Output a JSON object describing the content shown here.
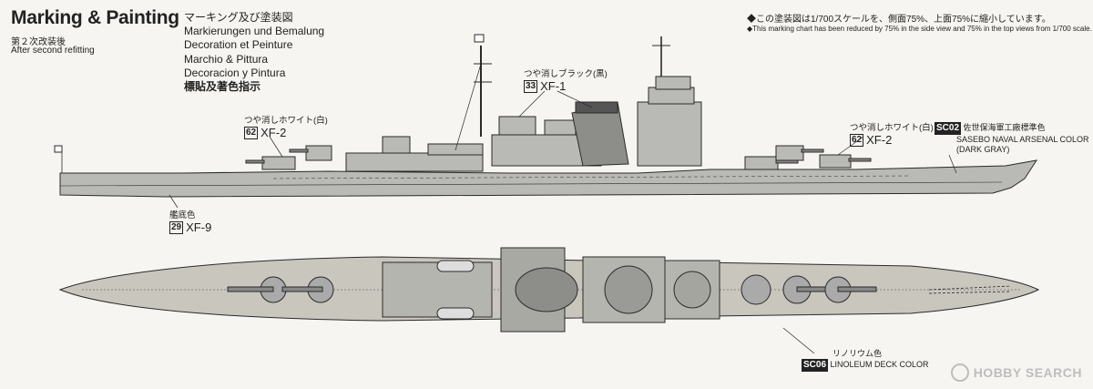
{
  "header": {
    "title": "Marking & Painting",
    "subtitle_jp": "第２次改装後",
    "subtitle_en": "After second refitting",
    "languages": [
      "マーキング及び塗装図",
      "Markierungen und Bemalung",
      "Decoration et Peinture",
      "Marchio & Pittura",
      "Decoracion y Pintura",
      "標貼及著色指示"
    ]
  },
  "notes": {
    "jp": "◆この塗装図は1/700スケールを、側面75%、上面75%に縮小しています。",
    "en": "◆This marking chart has been reduced by 75% in the side view and 75% in the top views from 1/700 scale."
  },
  "callouts": {
    "matt_black": {
      "label": "つや消しブラック(黒)",
      "num": "33",
      "code": "XF-1"
    },
    "matt_white_left": {
      "label": "つや消しホワイト(白)",
      "num": "62",
      "code": "XF-2"
    },
    "matt_white_right": {
      "label": "つや消しホワイト(白)",
      "num": "62",
      "code": "XF-2"
    },
    "hull_red": {
      "label": "艦底色",
      "num": "29",
      "code": "XF-9"
    },
    "sasebo": {
      "box": "SC02",
      "jp": "佐世保海軍工廠標準色",
      "en1": "SASEBO NAVAL ARSENAL COLOR",
      "en2": "(DARK GRAY)"
    },
    "linoleum": {
      "box": "SC06",
      "jp": "リノリウム色",
      "en": "LINOLEUM DECK COLOR"
    }
  },
  "watermark": "HOBBY SEARCH",
  "colors": {
    "hull": "#b9bab6",
    "deck": "#c9c6be",
    "line": "#2a2a2a",
    "background": "#f6f5f1"
  }
}
